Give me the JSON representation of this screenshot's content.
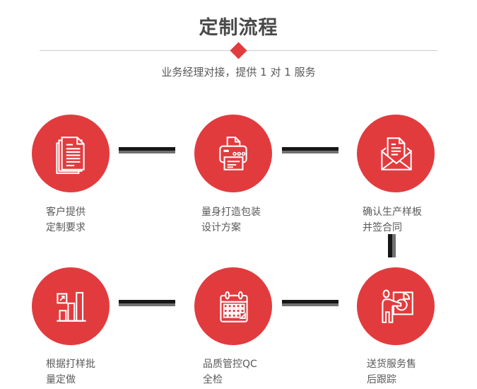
{
  "header": {
    "title": "定制流程",
    "subtitle": "业务经理对接，提供 1 对 1 服务"
  },
  "colors": {
    "accent_red": "#e23b3e",
    "title_gray": "#4a4a4a",
    "text_gray": "#595959",
    "divider_gray": "#cccccc",
    "connector_dark": "#161616",
    "connector_gray": "#707070"
  },
  "steps": [
    {
      "icon": "documents-icon",
      "label_line1": "客户提供",
      "label_line2": "定制要求"
    },
    {
      "icon": "printer-icon",
      "label_line1": "量身打造包装",
      "label_line2": "设计方案"
    },
    {
      "icon": "envelope-icon",
      "label_line1": "确认生产样板",
      "label_line2": "并签合同"
    },
    {
      "icon": "bar-chart-icon",
      "label_line1": "根据打样批",
      "label_line2": "量定做"
    },
    {
      "icon": "calendar-icon",
      "label_line1": "品质管控QC",
      "label_line2": "全检"
    },
    {
      "icon": "presentation-icon",
      "label_line1": "送货服务售",
      "label_line2": "后跟踪"
    }
  ]
}
